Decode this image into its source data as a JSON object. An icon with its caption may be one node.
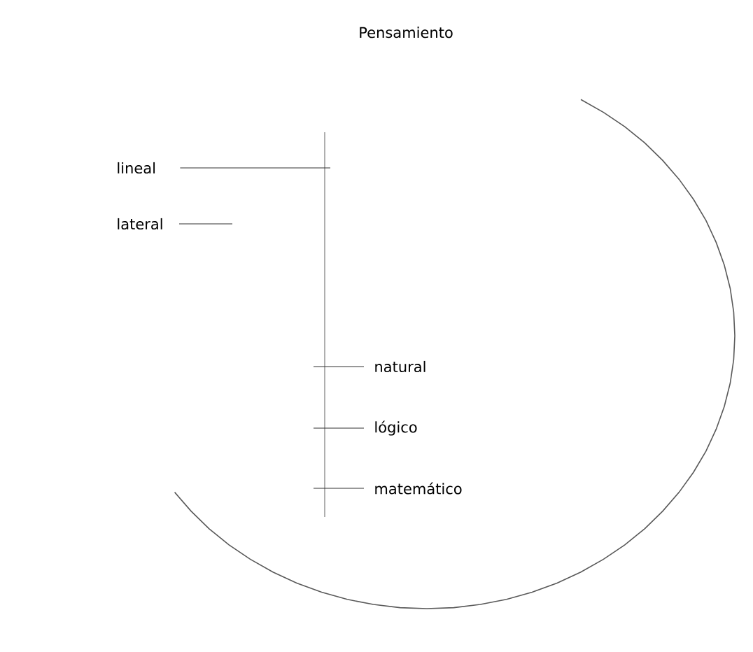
{
  "diagram": {
    "title": "Pensamiento",
    "nodes": [
      {
        "text": [
          "lineal"
        ]
      },
      {
        "text": [
          "lateral"
        ]
      },
      {
        "text": [],
        "shape": "bar"
      },
      {
        "text": [
          "natural"
        ]
      },
      {
        "text": [
          "lógico"
        ]
      },
      {
        "text": [
          "matemático"
        ]
      }
    ],
    "edges": [
      {
        "from": 0,
        "to": 2,
        "arrow": "none"
      },
      {
        "from": 1,
        "to": null,
        "arrow": "none"
      },
      {
        "from": 2,
        "to": 3,
        "arrow": "none"
      },
      {
        "from": 2,
        "to": 4,
        "arrow": "none"
      },
      {
        "from": 2,
        "to": 5,
        "arrow": "none"
      }
    ]
  }
}
